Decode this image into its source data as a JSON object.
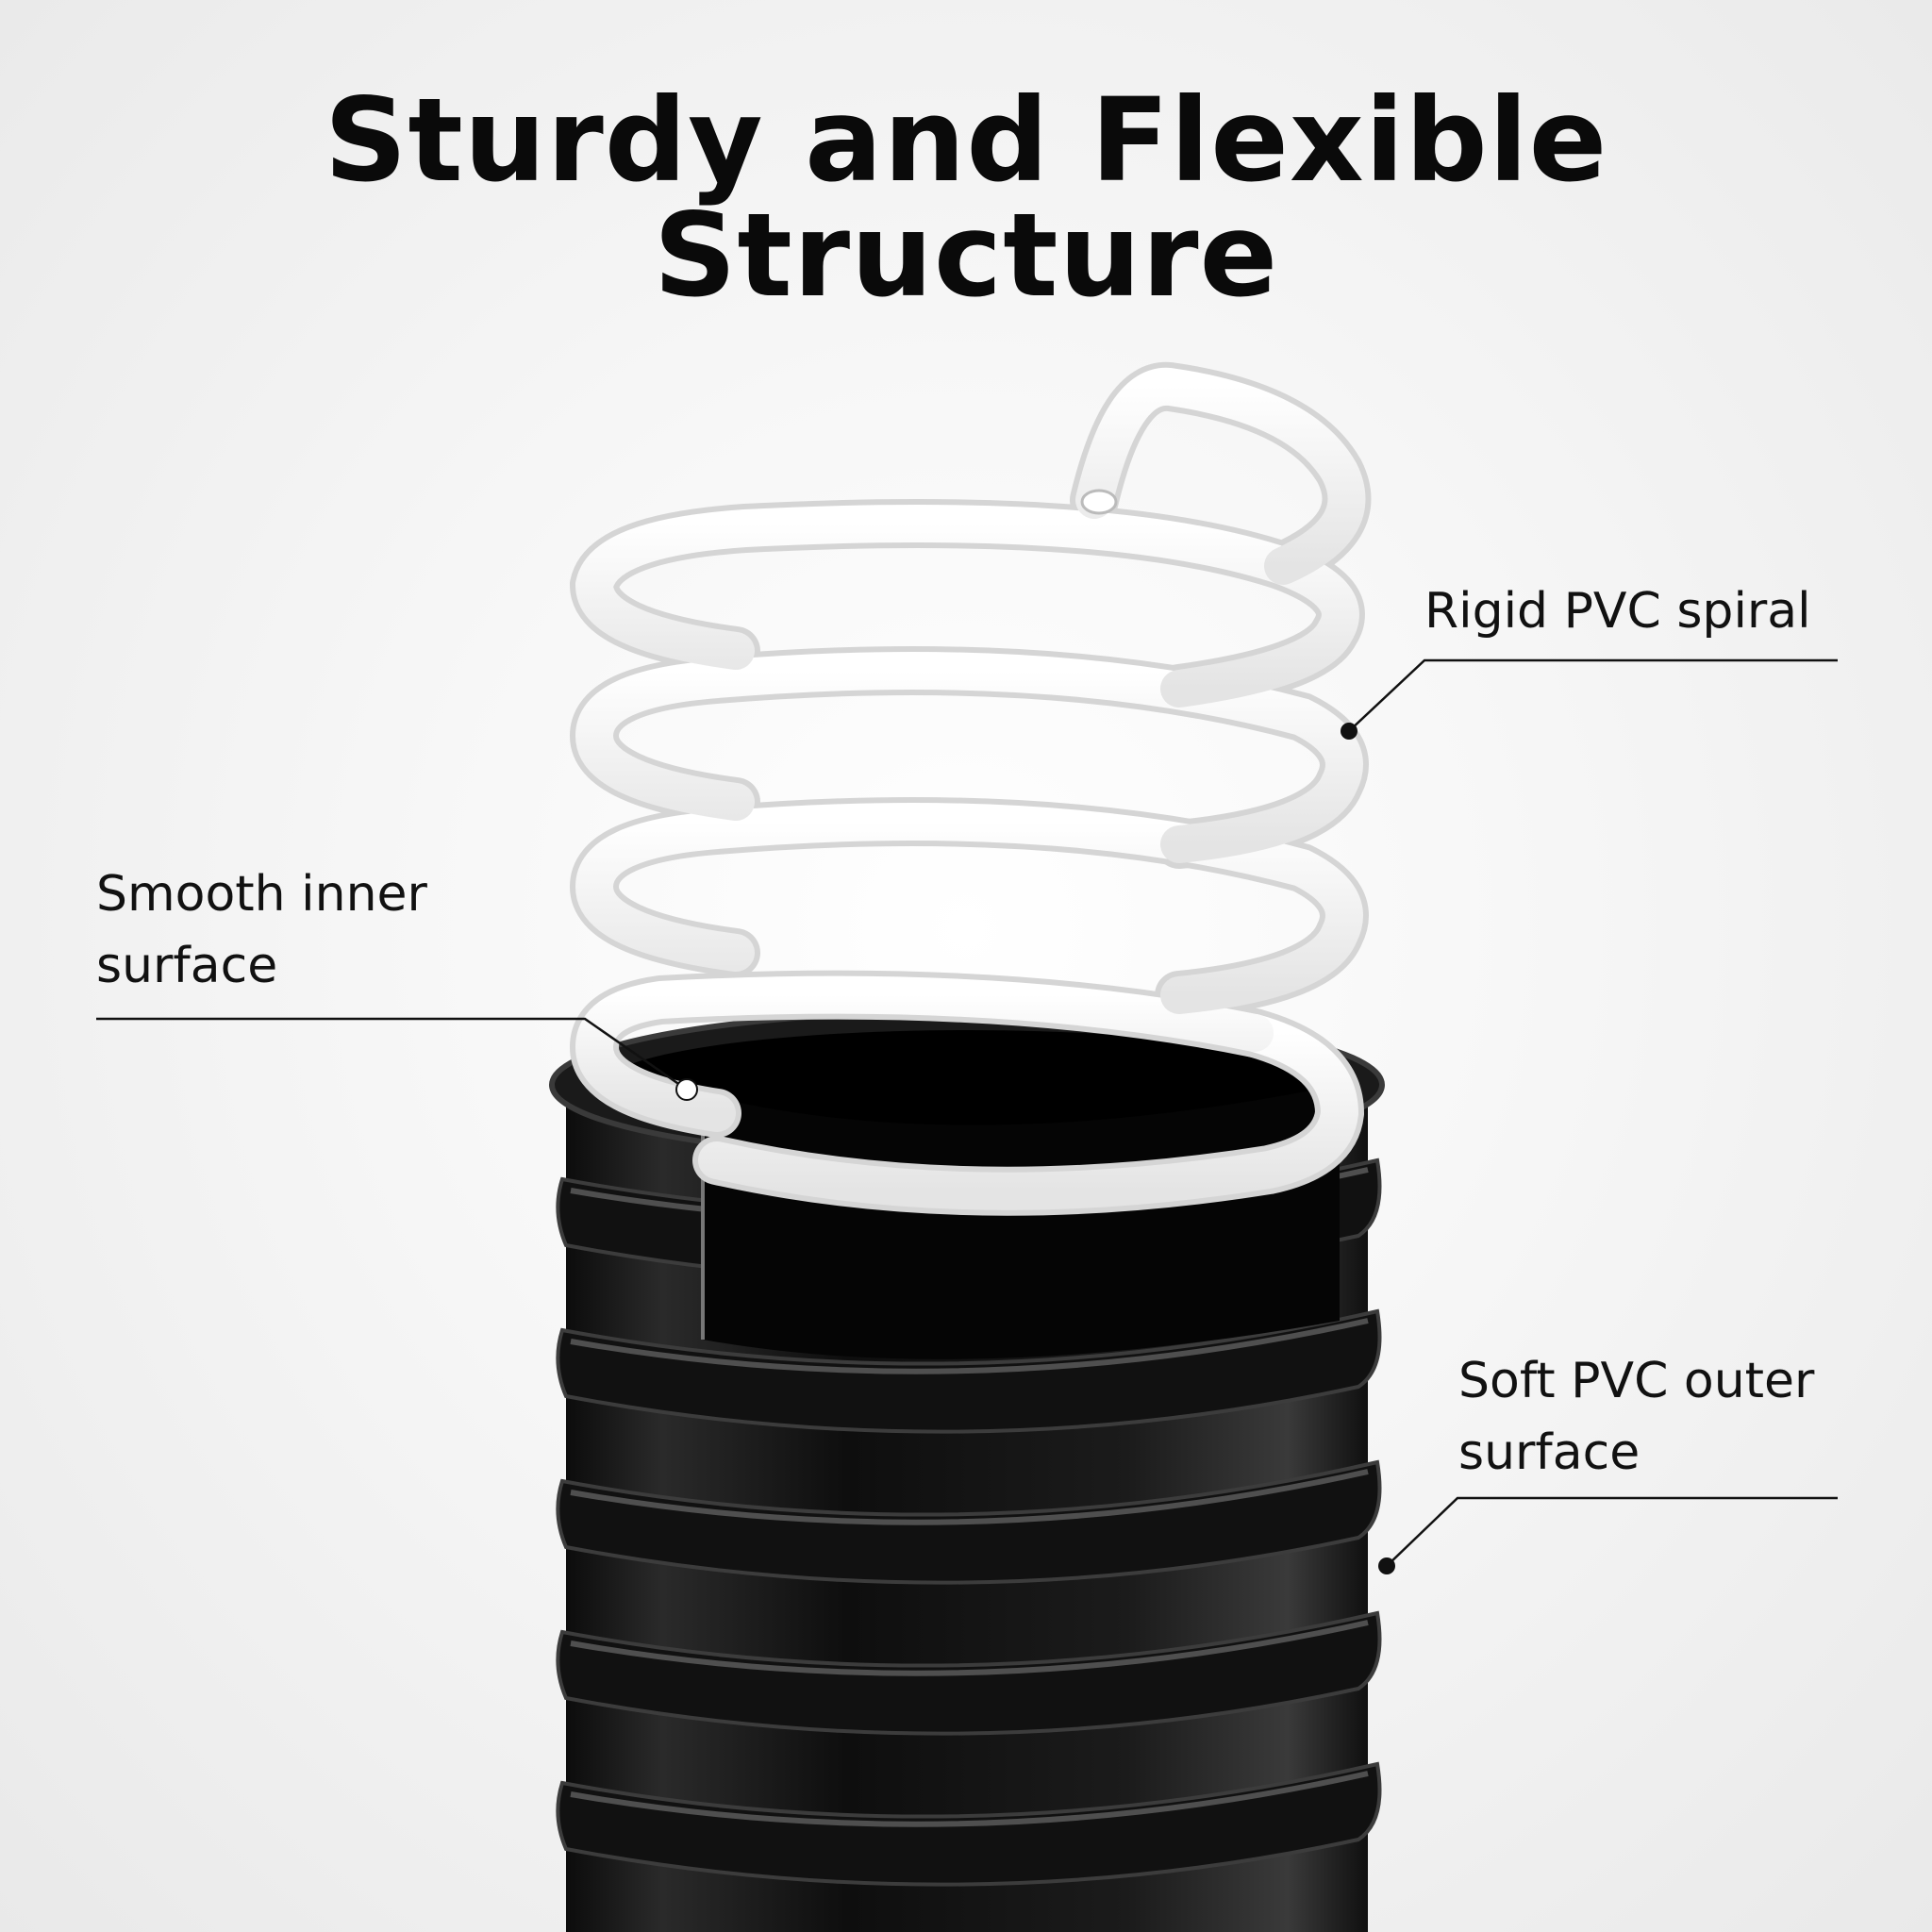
{
  "title": "Sturdy and Flexible Structure",
  "callouts": {
    "spiral": {
      "lines": [
        "Rigid PVC spiral"
      ]
    },
    "inner": {
      "lines": [
        "Smooth inner",
        "surface"
      ]
    },
    "outer": {
      "lines": [
        "Soft PVC outer",
        "surface"
      ]
    }
  },
  "colors": {
    "hose": "#151515",
    "spiral": "#f6f6f6",
    "leader_line": "#111111"
  }
}
